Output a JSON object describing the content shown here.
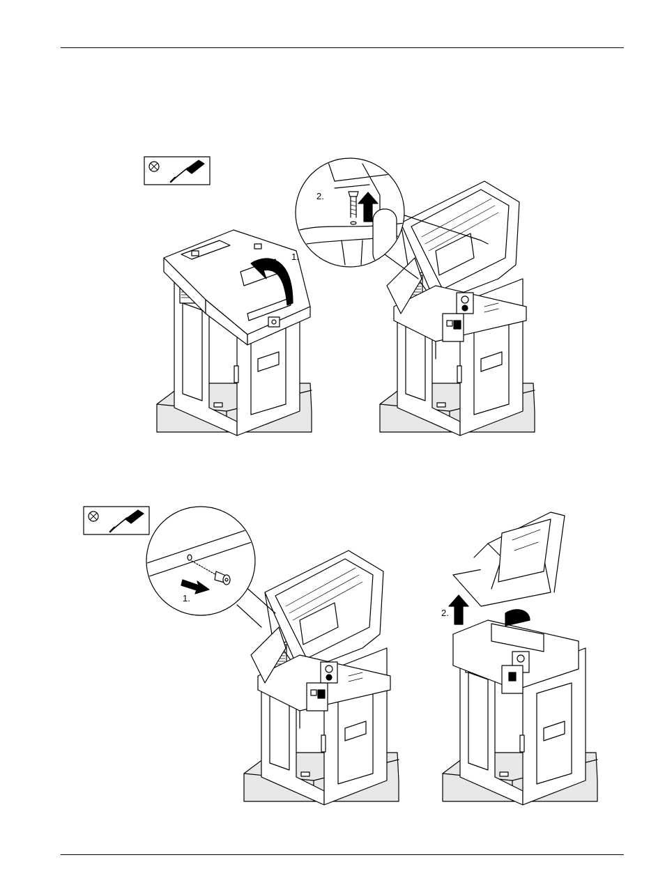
{
  "figure1": {
    "step1": "1.",
    "step2": "2.",
    "tool_icon": "screwdriver-icon",
    "tool_symbol_icon": "torx-circle-icon"
  },
  "figure2": {
    "step1": "1.",
    "step2": "2.",
    "tool_icon": "screwdriver-icon",
    "tool_symbol_icon": "torx-circle-icon"
  }
}
